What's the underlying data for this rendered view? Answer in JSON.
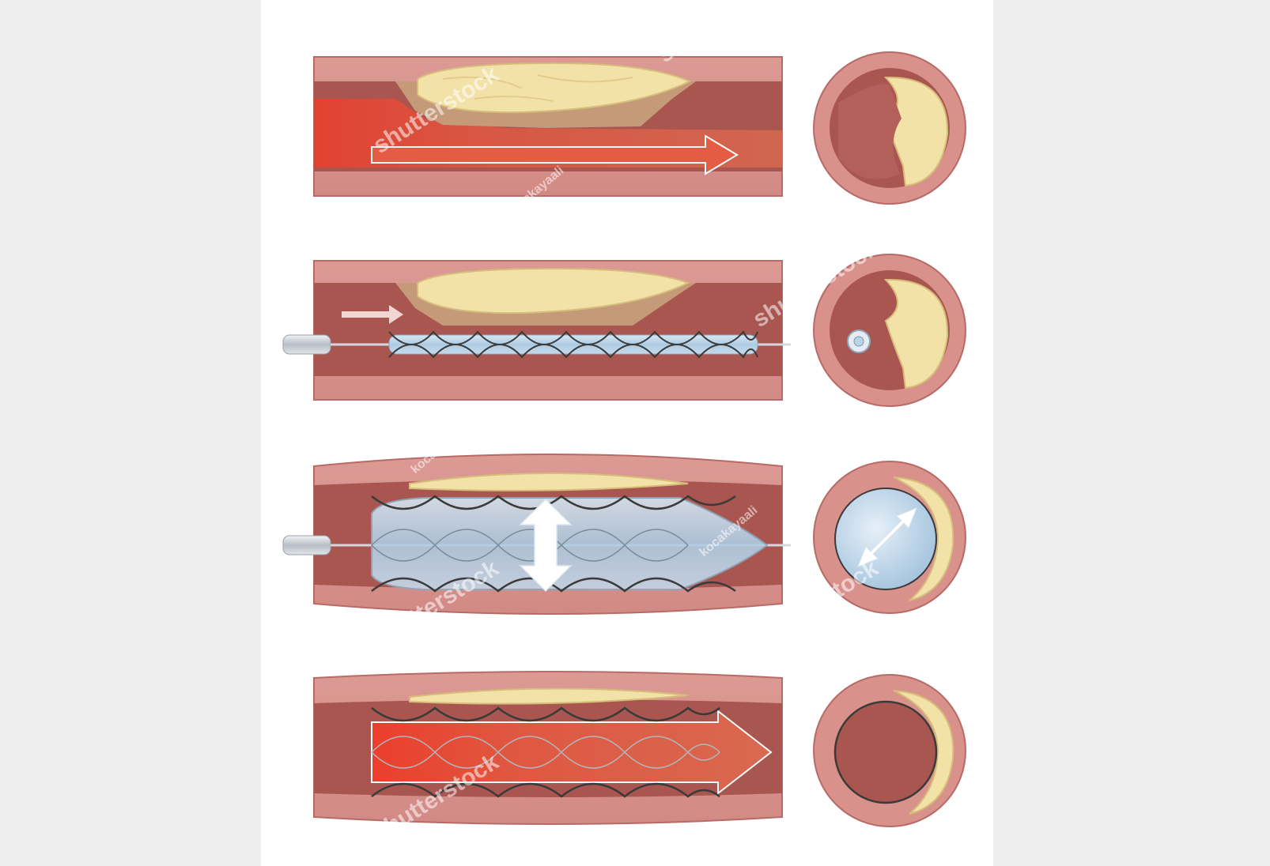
{
  "watermarks": {
    "brand": "shutterstock",
    "author": "kocakayaali"
  },
  "colors": {
    "page_background": "#eeeeee",
    "panel_background": "#ffffff",
    "vessel_wall": "#d9918c",
    "vessel_wall_edge": "#b86a66",
    "lumen": "#a95651",
    "plaque_base": "#c49a78",
    "plaque_fat": "#f3e2a8",
    "blood_flow": "#e4553c",
    "balloon": "#b9d4e8",
    "stent_wire": "#3a3a3a",
    "catheter": "#c9cdd2"
  },
  "panels": [
    {
      "stage": "stenosis",
      "icon": "artery-cross-section-narrowed"
    },
    {
      "stage": "catheter-insertion",
      "icon": "artery-cross-section-with-catheter"
    },
    {
      "stage": "balloon-inflation",
      "icon": "artery-cross-section-balloon-expanded"
    },
    {
      "stage": "stent-placed",
      "icon": "artery-cross-section-restored"
    }
  ]
}
